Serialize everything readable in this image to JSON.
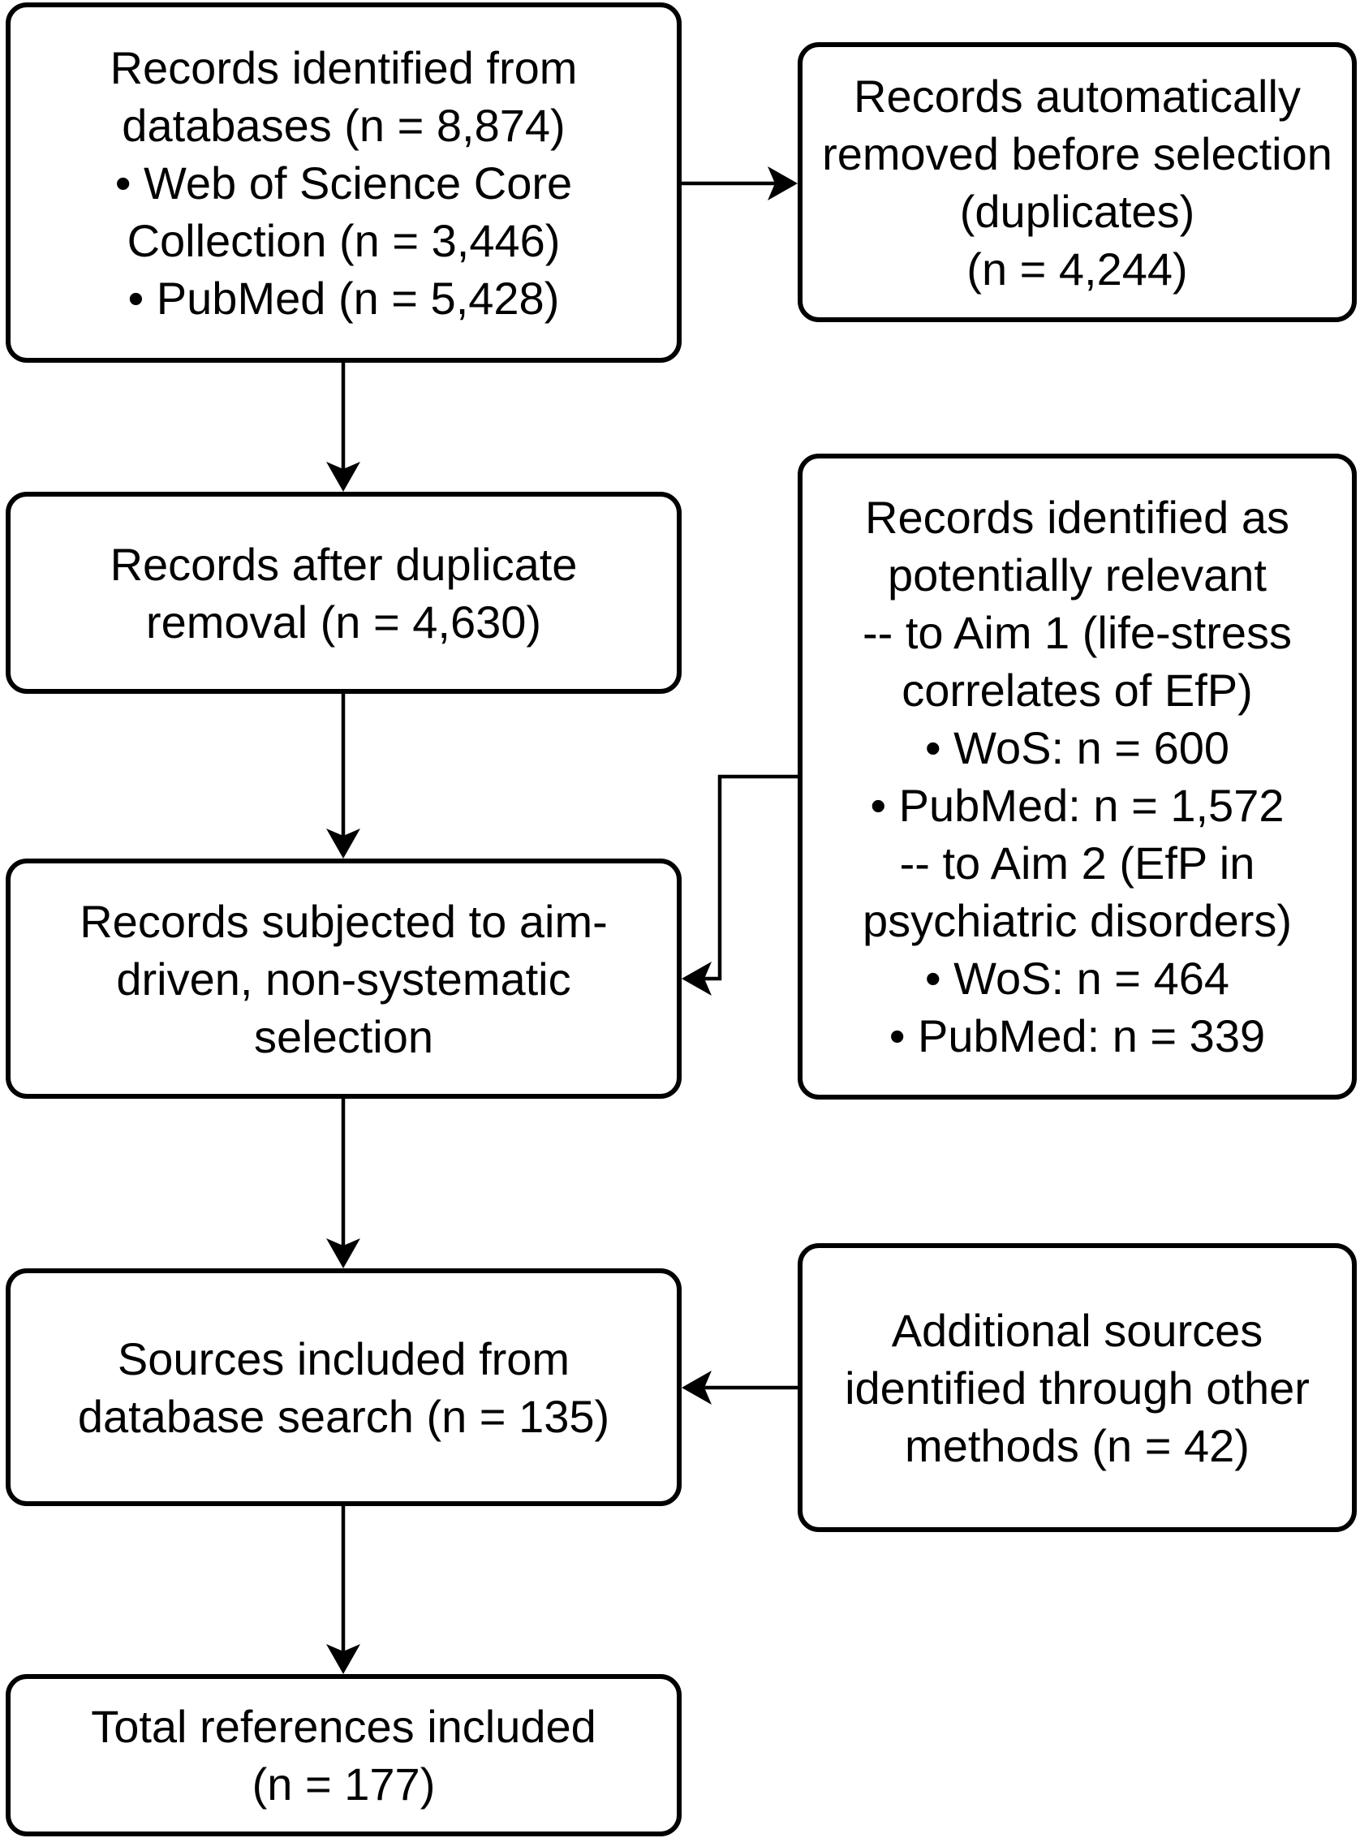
{
  "flowchart": {
    "identified": {
      "lines": [
        "Records identified from",
        "databases (n = 8,874)",
        "• Web of Science Core",
        "Collection (n = 3,446)",
        "• PubMed (n = 5,428)"
      ]
    },
    "removed": {
      "lines": [
        "Records automatically",
        "removed before selection",
        "(duplicates)",
        "(n = 4,244)"
      ]
    },
    "after_duplicate": {
      "lines": [
        "Records after duplicate",
        "removal (n = 4,630)"
      ]
    },
    "relevant": {
      "lines": [
        "Records identified as",
        "potentially relevant",
        "-- to Aim 1 (life-stress",
        "correlates of EfP)",
        "• WoS: n = 600",
        "• PubMed: n = 1,572",
        "-- to Aim 2 (EfP in",
        "psychiatric disorders)",
        "• WoS: n = 464",
        "• PubMed: n = 339"
      ]
    },
    "subjected": {
      "lines": [
        "Records subjected to aim-",
        "driven, non-systematic",
        "selection"
      ]
    },
    "sources_included": {
      "lines": [
        "Sources included from",
        "database search (n = 135)"
      ]
    },
    "additional": {
      "lines": [
        "Additional sources",
        "identified through other",
        "methods (n = 42)"
      ]
    },
    "total": {
      "lines": [
        "Total references included",
        "(n = 177)"
      ]
    }
  }
}
